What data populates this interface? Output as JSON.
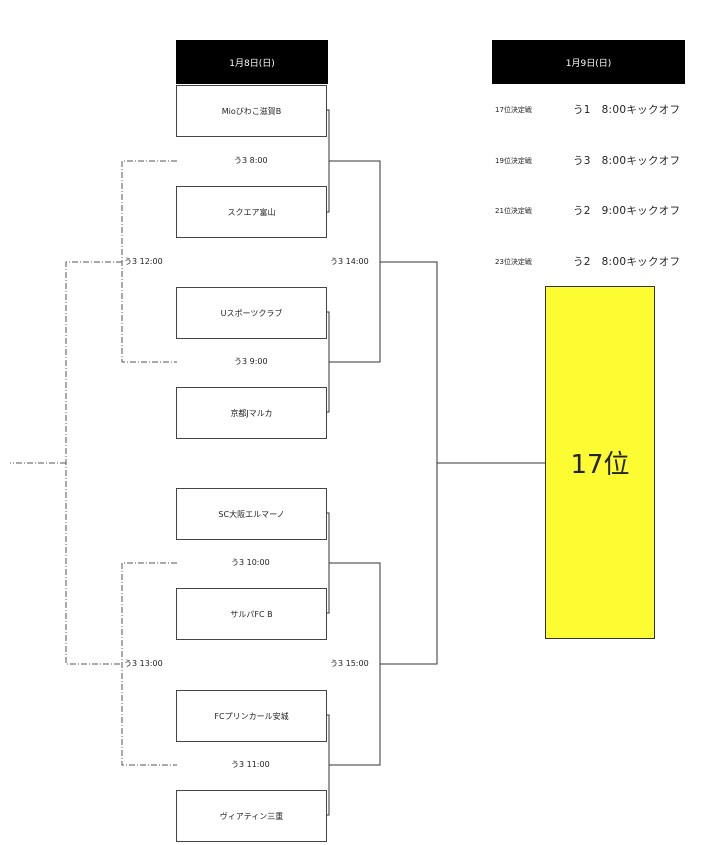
{
  "day1": {
    "date": "1月8日(日)"
  },
  "day2": {
    "date": "1月9日(日)"
  },
  "teams": [
    "Mioびわこ滋賀B",
    "スクエア富山",
    "Uスポーツクラブ",
    "京都Jマルカ",
    "SC大阪エルマーノ",
    "サルパFC B",
    "FCプリンカール安城",
    "ヴィアティン三重"
  ],
  "matches": {
    "m1": "う3 8:00",
    "m2": "う3 9:00",
    "m3": "う3 10:00",
    "m4": "う3 11:00",
    "sf1": "う3 14:00",
    "sf2": "う3 15:00",
    "cl1": "う3 12:00",
    "cl2": "う3 13:00"
  },
  "placement_matches": [
    {
      "label": "17位決定戦",
      "detail": "う1　8:00キックオフ"
    },
    {
      "label": "19位決定戦",
      "detail": "う3　8:00キックオフ"
    },
    {
      "label": "21位決定戦",
      "detail": "う2　9:00キックオフ"
    },
    {
      "label": "23位決定戦",
      "detail": "う2　8:00キックオフ"
    }
  ],
  "result": {
    "label": "17位",
    "color": "#fdfb32"
  }
}
